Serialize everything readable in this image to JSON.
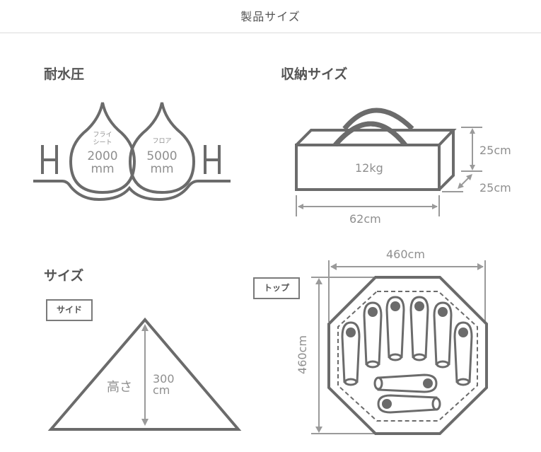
{
  "header": {
    "title": "製品サイズ"
  },
  "water_resistance": {
    "title": "耐水圧",
    "fly_sheet": {
      "label_line1": "フライ",
      "label_line2": "シート",
      "value": "2000",
      "unit": "mm"
    },
    "floor": {
      "label": "フロア",
      "value": "5000",
      "unit": "mm"
    },
    "left_letter": "H",
    "right_letter": "H"
  },
  "storage_size": {
    "title": "収納サイズ",
    "weight": "12kg",
    "width": "62cm",
    "height": "25cm",
    "depth": "25cm"
  },
  "size": {
    "title": "サイズ",
    "side_tag": "サイド",
    "height_label": "高さ",
    "height_value": "300",
    "height_unit": "cm",
    "top_tag": "トップ",
    "top_width": "460cm",
    "top_depth": "460cm",
    "sleeping_capacity": 8
  },
  "colors": {
    "line": "#6b6b6b",
    "dim": "#9a9a9a",
    "text": "#8f8f8f"
  }
}
